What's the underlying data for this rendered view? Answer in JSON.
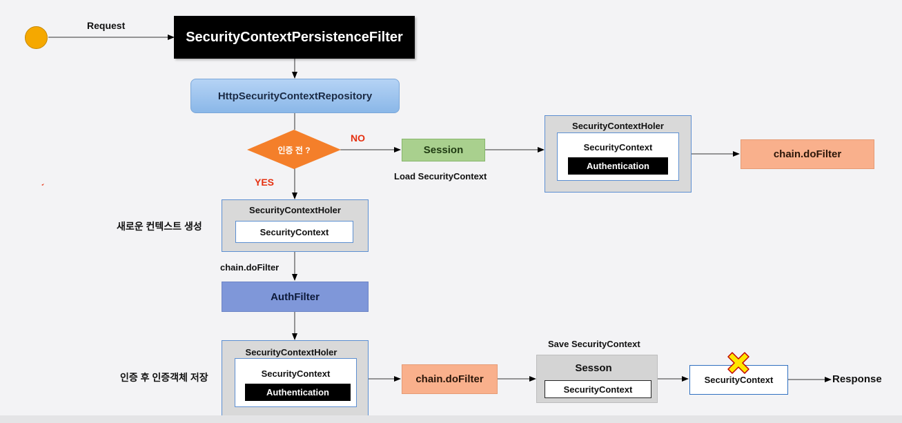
{
  "start_circle_color": "#f5a800",
  "request_label": "Request",
  "persistence_filter": "SecurityContextPersistenceFilter",
  "repository": "HttpSecurityContextRepository",
  "decision": {
    "label": "인증 전 ?",
    "no_label": "NO",
    "yes_label": "YES",
    "color": "#f47f2a"
  },
  "session_load": {
    "label": "Session",
    "caption": "Load SecurityContext"
  },
  "holder_existing": {
    "title": "SecurityContextHoler",
    "context": "SecurityContext",
    "authentication": "Authentication"
  },
  "chain_do_filter_right": "chain.doFilter",
  "holder_new": {
    "side_label": "새로운 컨텍스트 생성",
    "title": "SecurityContextHoler",
    "context": "SecurityContext"
  },
  "chain_do_filter_label": "chain.doFilter",
  "auth_filter": "AuthFilter",
  "holder_auth": {
    "side_label": "인증 후 인증객체 저장",
    "title": "SecurityContextHoler",
    "context": "SecurityContext",
    "authentication": "Authentication"
  },
  "chain_do_filter_bottom": "chain.doFilter",
  "save_session": {
    "caption": "Save SecurityContext",
    "title": "Sesson",
    "context": "SecurityContext"
  },
  "cleared_context": {
    "label": "SecurityContext",
    "cross_color": "#ffe600"
  },
  "response_label": "Response"
}
